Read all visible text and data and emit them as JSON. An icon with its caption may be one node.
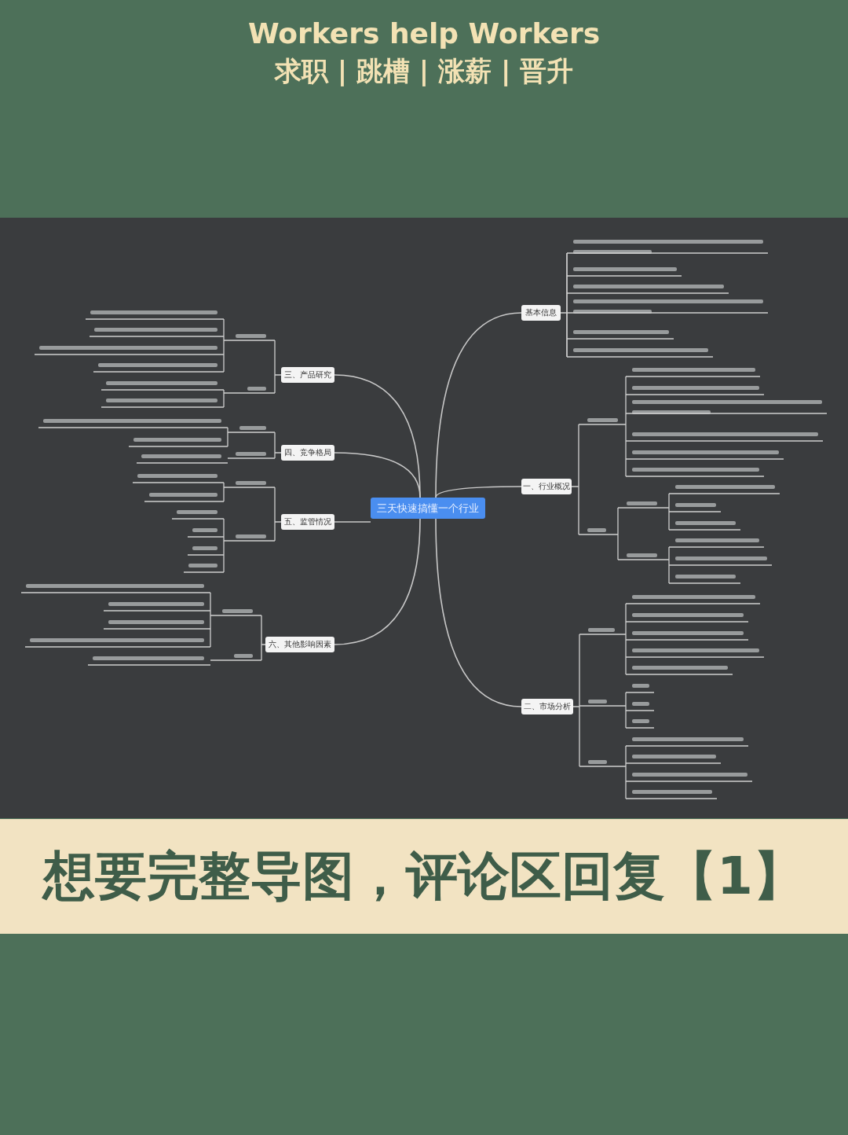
{
  "diagram": {
    "title": "Workers help Workers",
    "nodes": [
      {
        "text": [
          "三天快速搞懂一个行业"
        ]
      },
      {
        "text": [
          "基本信息"
        ]
      },
      {
        "text": [
          "一、行业概况"
        ]
      },
      {
        "text": [
          "二、市场分析"
        ]
      },
      {
        "text": [
          "三、产品研究"
        ]
      },
      {
        "text": [
          "四、竞争格局"
        ]
      },
      {
        "text": [
          "五、监管情况"
        ]
      },
      {
        "text": [
          "六、其他影响因素"
        ]
      }
    ],
    "edges": [
      {
        "from": 0,
        "to": 1,
        "arrow": "none"
      },
      {
        "from": 0,
        "to": 2,
        "arrow": "none"
      },
      {
        "from": 0,
        "to": 3,
        "arrow": "none"
      },
      {
        "from": 0,
        "to": 4,
        "arrow": "none"
      },
      {
        "from": 0,
        "to": 5,
        "arrow": "none"
      },
      {
        "from": 0,
        "to": 6,
        "arrow": "none"
      },
      {
        "from": 0,
        "to": 7,
        "arrow": "none"
      }
    ],
    "labels": [
      "求职 | 跳槽 | 涨薪 | 晋升",
      "想要完整导图，评论区回复【1】"
    ]
  }
}
